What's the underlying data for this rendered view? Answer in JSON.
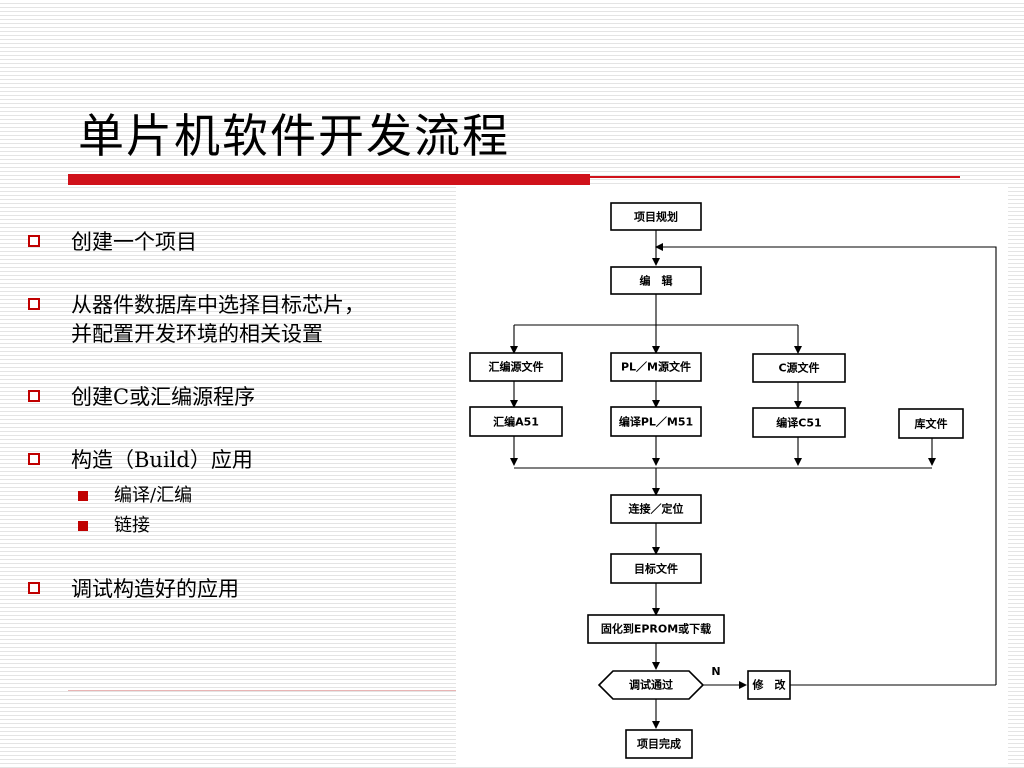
{
  "slide": {
    "title": "单片机软件开发流程",
    "bullets": [
      {
        "text": "创建一个项目"
      },
      {
        "text": "从器件数据库中选择目标芯片，\n并配置开发环境的相关设置"
      },
      {
        "text": "创建C或汇编源程序"
      },
      {
        "text": "构造（Build）应用",
        "sub": [
          "编译/汇编",
          "链接"
        ]
      },
      {
        "text": "调试构造好的应用"
      }
    ]
  },
  "flowchart": {
    "nodes": {
      "plan": "项目规划",
      "edit": "编　辑",
      "asm_src": "汇编源文件",
      "plm_src": "PL／M源文件",
      "c_src": "C源文件",
      "asm_compile": "汇编A51",
      "plm_compile": "编译PL／M51",
      "c_compile": "编译C51",
      "lib": "库文件",
      "link": "连接／定位",
      "target": "目标文件",
      "burn": "固化到EPROM或下载",
      "debug": "调试通过",
      "modify": "修　改",
      "done": "项目完成"
    },
    "branch_label": "N"
  }
}
